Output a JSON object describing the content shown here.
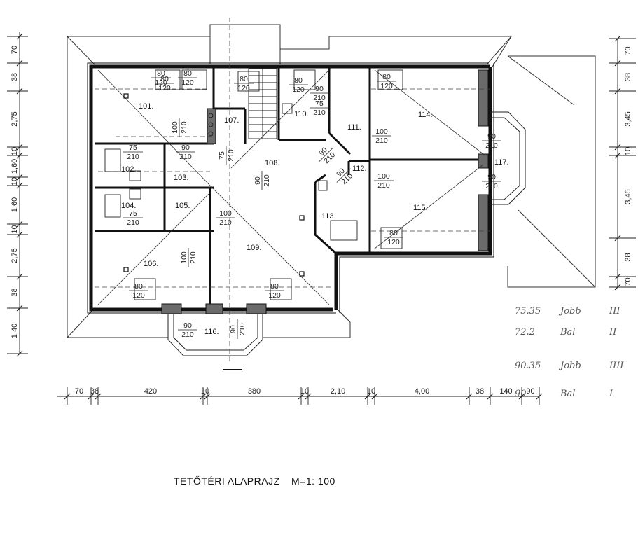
{
  "title": {
    "name": "TETŐTÉRI ALAPRAJZ",
    "scale": "M=1: 100"
  },
  "rooms": [
    {
      "id": "101.",
      "key": "r101"
    },
    {
      "id": "102.",
      "key": "r102"
    },
    {
      "id": "103.",
      "key": "r103"
    },
    {
      "id": "104.",
      "key": "r104"
    },
    {
      "id": "105.",
      "key": "r105"
    },
    {
      "id": "106.",
      "key": "r106"
    },
    {
      "id": "107.",
      "key": "r107"
    },
    {
      "id": "108.",
      "key": "r108"
    },
    {
      "id": "109.",
      "key": "r109"
    },
    {
      "id": "110.",
      "key": "r110"
    },
    {
      "id": "111.",
      "key": "r111"
    },
    {
      "id": "112.",
      "key": "r112"
    },
    {
      "id": "113.",
      "key": "r113"
    },
    {
      "id": "114.",
      "key": "r114"
    },
    {
      "id": "115.",
      "key": "r115"
    },
    {
      "id": "116.",
      "key": "r116"
    },
    {
      "id": "117.",
      "key": "r117"
    }
  ],
  "doors": [
    {
      "w": "80",
      "h": "120"
    },
    {
      "w": "80",
      "h": "120"
    },
    {
      "w": "100",
      "h": "210"
    },
    {
      "w": "75",
      "h": "210"
    },
    {
      "w": "90",
      "h": "210"
    },
    {
      "w": "75",
      "h": "210"
    },
    {
      "w": "90",
      "h": "210"
    },
    {
      "w": "100",
      "h": "210"
    },
    {
      "w": "75",
      "h": "210"
    },
    {
      "w": "100",
      "h": "210"
    },
    {
      "w": "90",
      "h": "210"
    },
    {
      "w": "80",
      "h": "120"
    },
    {
      "w": "80",
      "h": "120"
    },
    {
      "w": "75",
      "h": "210"
    },
    {
      "w": "90",
      "h": "210"
    },
    {
      "w": "100",
      "h": "210"
    },
    {
      "w": "90",
      "h": "210"
    },
    {
      "w": "100",
      "h": "210"
    },
    {
      "w": "90",
      "h": "210"
    },
    {
      "w": "90",
      "h": "210"
    },
    {
      "w": "80",
      "h": "120"
    },
    {
      "w": "90",
      "h": "210"
    },
    {
      "w": "90",
      "h": "210"
    },
    {
      "w": "80",
      "h": "120"
    },
    {
      "w": "80",
      "h": "120"
    },
    {
      "w": "80",
      "h": "120"
    },
    {
      "w": "80",
      "h": "120"
    }
  ],
  "dims_bottom": [
    "70",
    "38",
    "420",
    "10",
    "380",
    "10",
    "2,10",
    "10",
    "4,00",
    "38",
    "140",
    "90"
  ],
  "dims_left": [
    "70",
    "38",
    "2,75",
    "10",
    "1,60",
    "10",
    "1,60",
    "10",
    "2,75",
    "38",
    "1,40"
  ],
  "dims_right": [
    "70",
    "38",
    "3,45",
    "10",
    "3,45",
    "38",
    "70"
  ],
  "handnotes": [
    {
      "left": "75.35",
      "mid": "Jobb",
      "tally": "III"
    },
    {
      "left": "72.2",
      "mid": "Bal",
      "tally": "II"
    },
    {
      "left": "90.35",
      "mid": "Jobb",
      "tally": "IIII"
    },
    {
      "left": "90",
      "mid": "Bal",
      "tally": "I"
    }
  ]
}
